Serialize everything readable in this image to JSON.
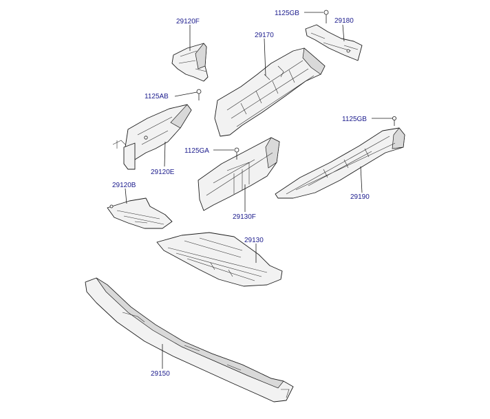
{
  "callouts": [
    {
      "id": "p29120F",
      "text": "29120F"
    },
    {
      "id": "p1125GB_top",
      "text": "1125GB"
    },
    {
      "id": "p29180",
      "text": "29180"
    },
    {
      "id": "p29170",
      "text": "29170"
    },
    {
      "id": "p1125AB",
      "text": "1125AB"
    },
    {
      "id": "p1125GB_right",
      "text": "1125GB"
    },
    {
      "id": "p1125GA",
      "text": "1125GA"
    },
    {
      "id": "p29120E",
      "text": "29120E"
    },
    {
      "id": "p29120B",
      "text": "29120B"
    },
    {
      "id": "p29190",
      "text": "29190"
    },
    {
      "id": "p29130F",
      "text": "29130F"
    },
    {
      "id": "p29130",
      "text": "29130"
    },
    {
      "id": "p29150",
      "text": "29150"
    }
  ]
}
